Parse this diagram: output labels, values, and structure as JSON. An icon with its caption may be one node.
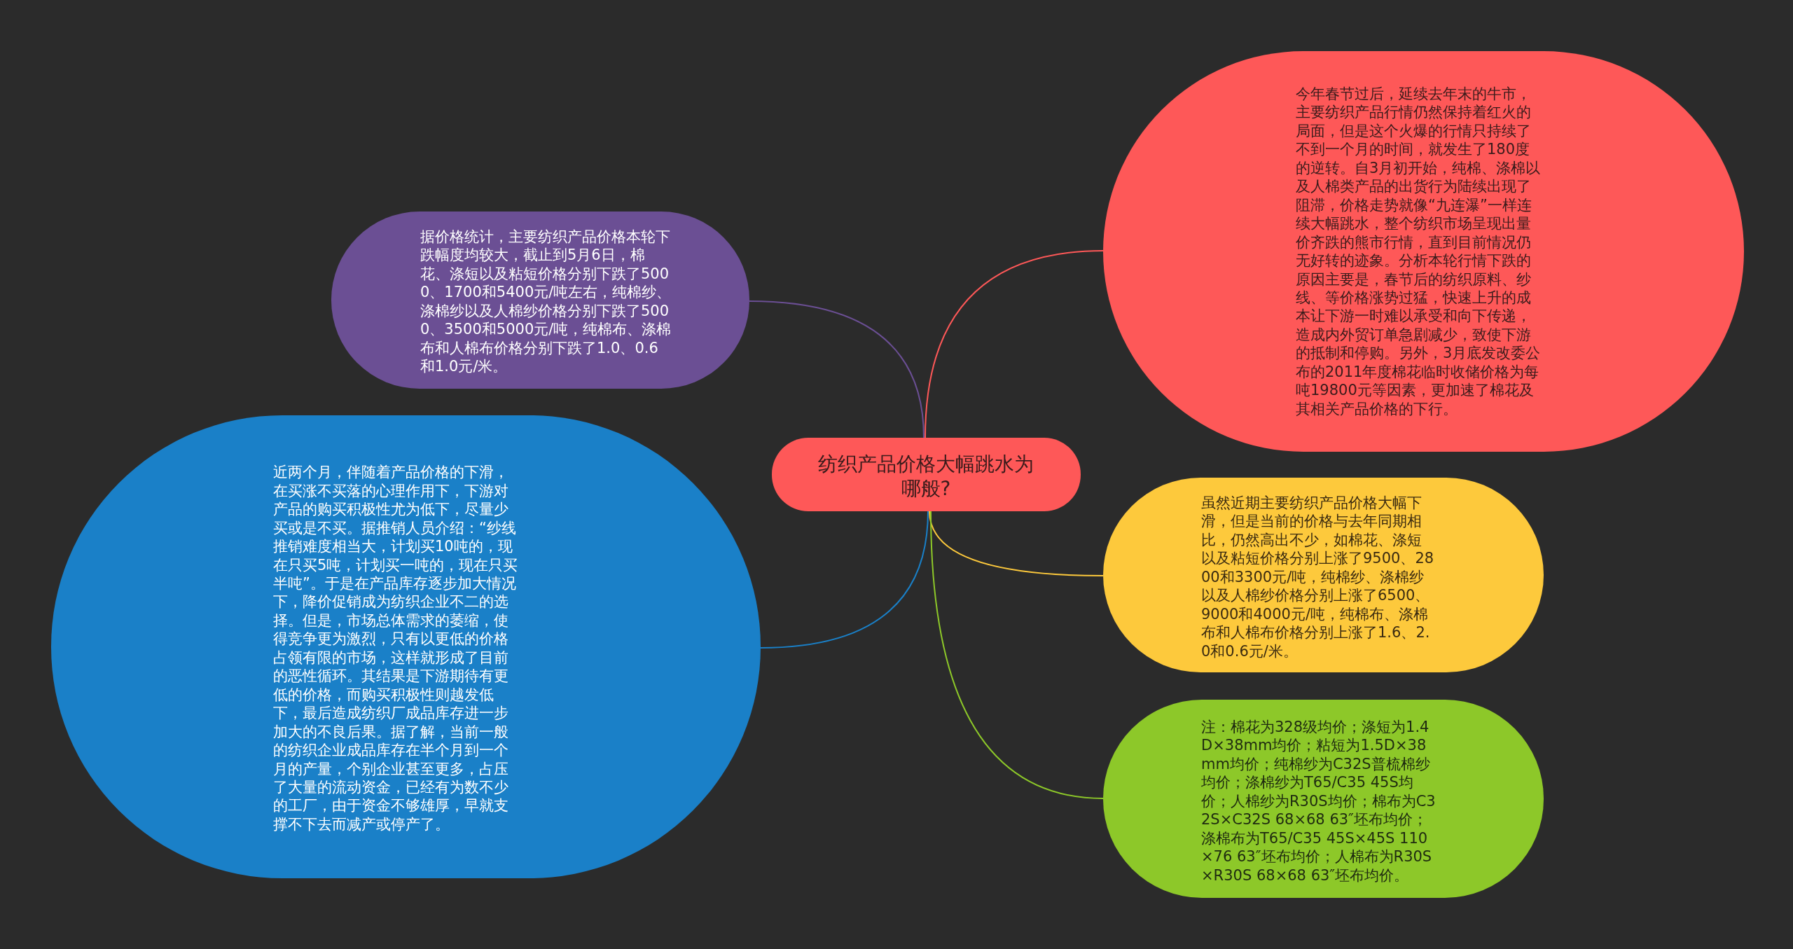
{
  "diagram": {
    "nodes": [
      {
        "text": [
          "纺织产品价格大幅跳水为哪般?"
        ]
      },
      {
        "text": [
          "据价格统计，主要纺织产品价格本轮下跌幅度均较大，截止到5月6日，棉花、涤短以及粘短价格分别下跌了5000、1700和5400元/吨左右，纯棉纱、涤棉纱以及人棉纱价格分别下跌了5000、3500和5000元/吨，纯棉布、涤棉布和人棉布价格分别下跌了1.0、0.6和1.0元/米。"
        ]
      },
      {
        "text": [
          "近两个月，伴随着产品价格的下滑，在买涨不买落的心理作用下，下游对产品的购买积极性尤为低下，尽量少买或是不买。据推销人员介绍：“纱线推销难度相当大，计划买10吨的，现在只买5吨，计划买一吨的，现在只买半吨”。于是在产品库存逐步加大情况下，降价促销成为纺织企业不二的选择。但是，市场总体需求的萎缩，使得竞争更为激烈，只有以更低的价格占领有限的市场，这样就形成了目前的恶性循环。其结果是下游期待有更低的价格，而购买积极性则越发低下，最后造成纺织厂成品库存进一步加大的不良后果。据了解，当前一般的纺织企业成品库存在半个月到一个月的产量，个别企业甚至更多，占压了大量的流动资金，已经有为数不少的工厂，由于资金不够雄厚，早就支撑不下去而减产或停产了。"
        ]
      },
      {
        "text": [
          "今年春节过后，延续去年末的牛市，主要纺织产品行情仍然保持着红火的局面，但是这个火爆的行情只持续了不到一个月的时间，就发生了180度的逆转。自3月初开始，纯棉、涤棉以及人棉类产品的出货行为陆续出现了阻滞，价格走势就像“九连瀑”一样连续大幅跳水，整个纺织市场呈现出量价齐跌的熊市行情，直到目前情况仍无好转的迹象。分析本轮行情下跌的原因主要是，春节后的纺织原料、纱线、等价格涨势过猛，快速上升的成本让下游一时难以承受和向下传递，造成内外贸订单急剧减少，致使下游的抵制和停购。另外，3月底发改委公布的2011年度棉花临时收储价格为每吨19800元等因素，更加速了棉花及其相关产品价格的下行。"
        ]
      },
      {
        "text": [
          "虽然近期主要纺织产品价格大幅下滑，但是当前的价格与去年同期相比，仍然高出不少，如棉花、涤短以及粘短价格分别上涨了9500、2800和3300元/吨，纯棉纱、涤棉纱以及人棉纱价格分别上涨了6500、9000和4000元/吨，纯棉布、涤棉布和人棉布价格分别上涨了1.6、2.0和0.6元/米。"
        ]
      },
      {
        "text": [
          "注：棉花为328级均价；涤短为1.4D×38mm均价；粘短为1.5D×38mm均价；纯棉纱为C32S普梳棉纱均价；涤棉纱为T65/C35 45S均价；人棉纱为R30S均价；棉布为C32S×C32S 68×68 63″坯布均价；涤棉布为T65/C35 45S×45S 110×76 63″坯布均价；人棉布为R30S×R30S 68×68 63″坯布均价。"
        ]
      }
    ],
    "edges": [
      {
        "from": 0,
        "to": 1,
        "arrow": "none",
        "color": "#6b4f94"
      },
      {
        "from": 0,
        "to": 2,
        "arrow": "none",
        "color": "#1a80c8"
      },
      {
        "from": 0,
        "to": 3,
        "arrow": "none",
        "color": "#fe5858"
      },
      {
        "from": 0,
        "to": 4,
        "arrow": "none",
        "color": "#fdc93c"
      },
      {
        "from": 0,
        "to": 5,
        "arrow": "none",
        "color": "#8dc829"
      }
    ]
  }
}
